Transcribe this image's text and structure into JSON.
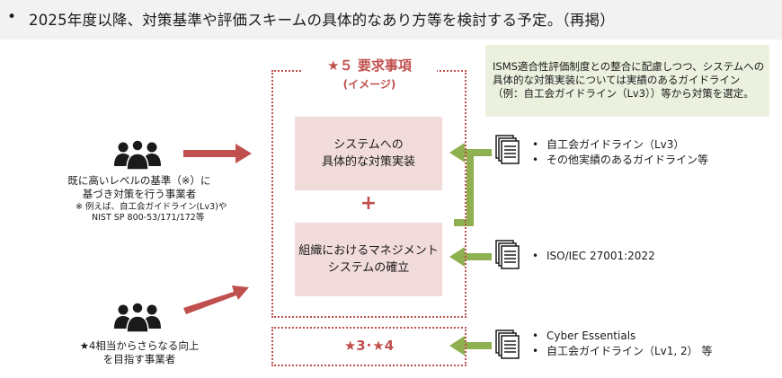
{
  "header": {
    "bullet": "•",
    "text": "2025年度以降、対策基準や評価スキームの具体的なあり方等を検討する予定。（再掲）"
  },
  "requirements": {
    "title": "★５ 要求事項",
    "subtitle": "(イメージ)",
    "box1": [
      "システムへの",
      "具体的な対策実装"
    ],
    "plus": "+",
    "box2": [
      "組織におけるマネジメント",
      "システムの確立"
    ],
    "star34": "★3･★4"
  },
  "note": {
    "lines": [
      "ISMS適合性評価制度との整合に配慮しつつ、システムへの",
      "具体的な対策実装については実績のあるガイドライン",
      "（例：自工会ガイドライン（Lv3））等から対策を選定。"
    ]
  },
  "users": {
    "group1": {
      "lines": [
        "既に高いレベルの基準（※）に",
        "基づき対策を行う事業者"
      ],
      "note_lines": [
        "※ 例えば、自工会ガイドライン(Lv3)や",
        "NIST SP 800-53/171/172等"
      ]
    },
    "group2": {
      "lines": [
        "★4相当からさらなる向上",
        "を目指す事業者"
      ]
    }
  },
  "sources": {
    "list1": [
      "自工会ガイドライン（Lv3）",
      "その他実績のあるガイドライン等"
    ],
    "list2": [
      "ISO/IEC 27001:2022"
    ],
    "list3": [
      "Cyber Essentials",
      "自工会ガイドライン（Lv1, 2） 等"
    ],
    "bullet": "•"
  },
  "colors": {
    "accent_red": "#c0504d",
    "pink_fill": "#f2dcdb",
    "green_arrow": "#8fb050",
    "note_fill": "#ebf1de"
  },
  "icons": {
    "people": "people-group-icon",
    "document": "document-stack-icon"
  }
}
